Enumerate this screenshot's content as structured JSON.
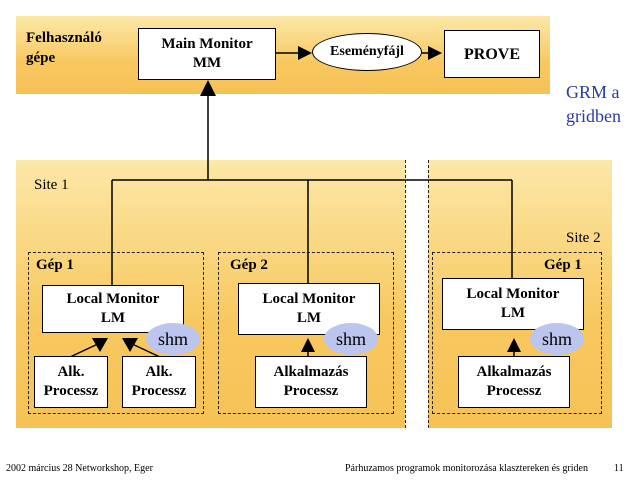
{
  "user_machine": {
    "label_line1": "Felhasználó",
    "label_line2": "gépe",
    "main_monitor_line1": "Main Monitor",
    "main_monitor_line2": "MM",
    "event_file": "Eseményfájl",
    "prove": "PROVE"
  },
  "grm_note": {
    "line1": "GRM a",
    "line2": "gridben"
  },
  "site1": {
    "label": "Site 1",
    "gep1": {
      "label": "Gép 1",
      "lm_line1": "Local Monitor",
      "lm_line2": "LM",
      "shm": "shm",
      "proc_a_line1": "Alk.",
      "proc_a_line2": "Processz",
      "proc_b_line1": "Alk.",
      "proc_b_line2": "Processz"
    },
    "gep2": {
      "label": "Gép 2",
      "lm_line1": "Local Monitor",
      "lm_line2": "LM",
      "shm": "shm",
      "proc_line1": "Alkalmazás",
      "proc_line2": "Processz"
    }
  },
  "site2": {
    "label": "Site 2",
    "gep1": {
      "label": "Gép 1",
      "lm_line1": "Local Monitor",
      "lm_line2": "LM",
      "shm": "shm",
      "proc_line1": "Alkalmazás",
      "proc_line2": "Processz"
    }
  },
  "footer": {
    "left": "2002 március 28 Networkshop, Eger",
    "center": "Párhuzamos programok monitorozása klasztereken és griden",
    "page": "11"
  }
}
